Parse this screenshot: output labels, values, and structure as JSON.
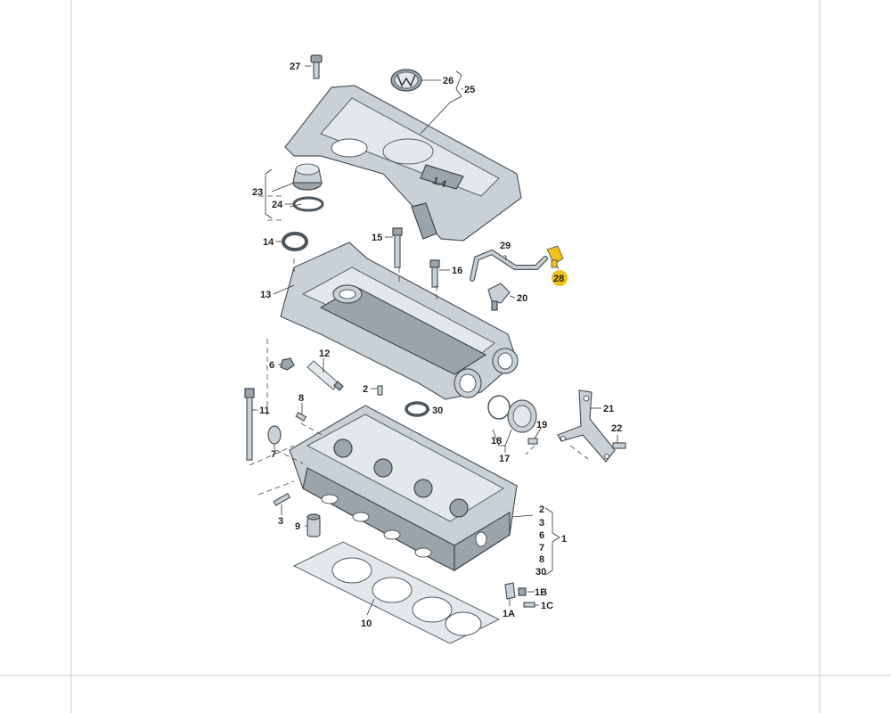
{
  "labels": [
    {
      "id": "1",
      "text": "1"
    },
    {
      "id": "1A",
      "text": "1A"
    },
    {
      "id": "1B",
      "text": "1B"
    },
    {
      "id": "1C",
      "text": "1C"
    },
    {
      "id": "2",
      "text": "2"
    },
    {
      "id": "2b",
      "text": "2"
    },
    {
      "id": "3",
      "text": "3"
    },
    {
      "id": "3b",
      "text": "3"
    },
    {
      "id": "6",
      "text": "6"
    },
    {
      "id": "6b",
      "text": "6"
    },
    {
      "id": "7",
      "text": "7"
    },
    {
      "id": "7b",
      "text": "7"
    },
    {
      "id": "8",
      "text": "8"
    },
    {
      "id": "8b",
      "text": "8"
    },
    {
      "id": "9",
      "text": "9"
    },
    {
      "id": "10",
      "text": "10"
    },
    {
      "id": "11",
      "text": "11"
    },
    {
      "id": "12",
      "text": "12"
    },
    {
      "id": "13",
      "text": "13"
    },
    {
      "id": "14",
      "text": "14"
    },
    {
      "id": "15",
      "text": "15"
    },
    {
      "id": "16",
      "text": "16"
    },
    {
      "id": "17",
      "text": "17"
    },
    {
      "id": "18",
      "text": "18"
    },
    {
      "id": "19",
      "text": "19"
    },
    {
      "id": "20",
      "text": "20"
    },
    {
      "id": "21",
      "text": "21"
    },
    {
      "id": "22",
      "text": "22"
    },
    {
      "id": "23",
      "text": "23"
    },
    {
      "id": "24",
      "text": "24"
    },
    {
      "id": "25",
      "text": "25"
    },
    {
      "id": "26",
      "text": "26"
    },
    {
      "id": "27",
      "text": "27"
    },
    {
      "id": "28",
      "text": "28"
    },
    {
      "id": "29",
      "text": "29"
    },
    {
      "id": "30",
      "text": "30"
    },
    {
      "id": "30b",
      "text": "30"
    }
  ],
  "cover_badge": "1.4",
  "highlight_color": "#f2c21b"
}
